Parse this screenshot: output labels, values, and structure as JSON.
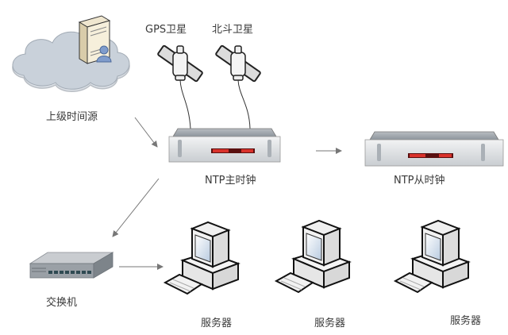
{
  "nodes": {
    "upstream": {
      "label": "上级时间源"
    },
    "gps": {
      "label": "GPS卫星"
    },
    "beidou": {
      "label": "北斗卫星"
    },
    "master": {
      "label": "NTP主时钟"
    },
    "slave": {
      "label": "NTP从时钟"
    },
    "switch": {
      "label": "交换机"
    },
    "server1": {
      "label": "服务器"
    },
    "server2": {
      "label": "服务器"
    },
    "server3": {
      "label": "服务器"
    }
  },
  "edges": [
    {
      "from": "upstream",
      "to": "master",
      "type": "arrow"
    },
    {
      "from": "gps",
      "to": "master",
      "type": "cable"
    },
    {
      "from": "beidou",
      "to": "master",
      "type": "cable"
    },
    {
      "from": "master",
      "to": "slave",
      "type": "arrow"
    },
    {
      "from": "master",
      "to": "switch",
      "type": "arrow"
    },
    {
      "from": "switch",
      "to": "server1",
      "type": "arrow"
    }
  ]
}
